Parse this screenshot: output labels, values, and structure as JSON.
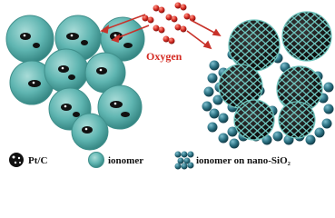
{
  "labels": {
    "oxygen": "Oxygen",
    "legend_ptc": "Pt/C",
    "legend_ionomer": "ionomer",
    "legend_nano": "ionomer on nano-SiO₂"
  },
  "colors": {
    "oxygen": "#d42a22",
    "ionomer": "#5fb5b1",
    "ionomer_dark": "#2f7f7c",
    "carbon": "#111111",
    "nano_sio2": "#2a6f80"
  }
}
